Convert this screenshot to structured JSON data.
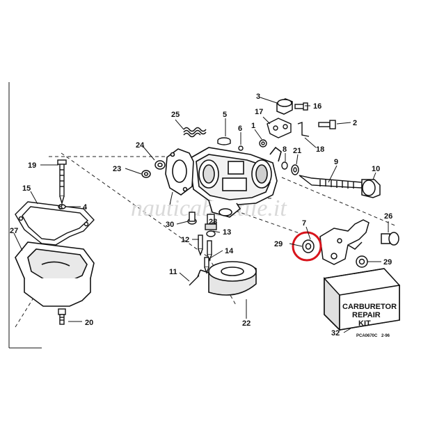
{
  "callouts": [
    {
      "label": "1"
    },
    {
      "label": "2"
    },
    {
      "label": "3"
    },
    {
      "label": "4"
    },
    {
      "label": "5"
    },
    {
      "label": "6"
    },
    {
      "label": "7"
    },
    {
      "label": "8"
    },
    {
      "label": "8"
    },
    {
      "label": "9"
    },
    {
      "label": "10"
    },
    {
      "label": "11"
    },
    {
      "label": "12"
    },
    {
      "label": "13"
    },
    {
      "label": "14"
    },
    {
      "label": "15"
    },
    {
      "label": "16"
    },
    {
      "label": "17"
    },
    {
      "label": "18"
    },
    {
      "label": "19"
    },
    {
      "label": "20"
    },
    {
      "label": "21"
    },
    {
      "label": "22"
    },
    {
      "label": "23"
    },
    {
      "label": "24"
    },
    {
      "label": "25"
    },
    {
      "label": "26"
    },
    {
      "label": "27"
    },
    {
      "label": "28"
    },
    {
      "label": "29"
    },
    {
      "label": "29"
    },
    {
      "label": "30"
    },
    {
      "label": "32"
    }
  ],
  "kit": {
    "line1": "CARBURETOR",
    "line2": "REPAIR",
    "line3": "KIT"
  },
  "footer_code": "PCA0670C",
  "footer_date": "2-96",
  "watermark": "nauticaboatile.it",
  "highlight_color": "#d8141c"
}
